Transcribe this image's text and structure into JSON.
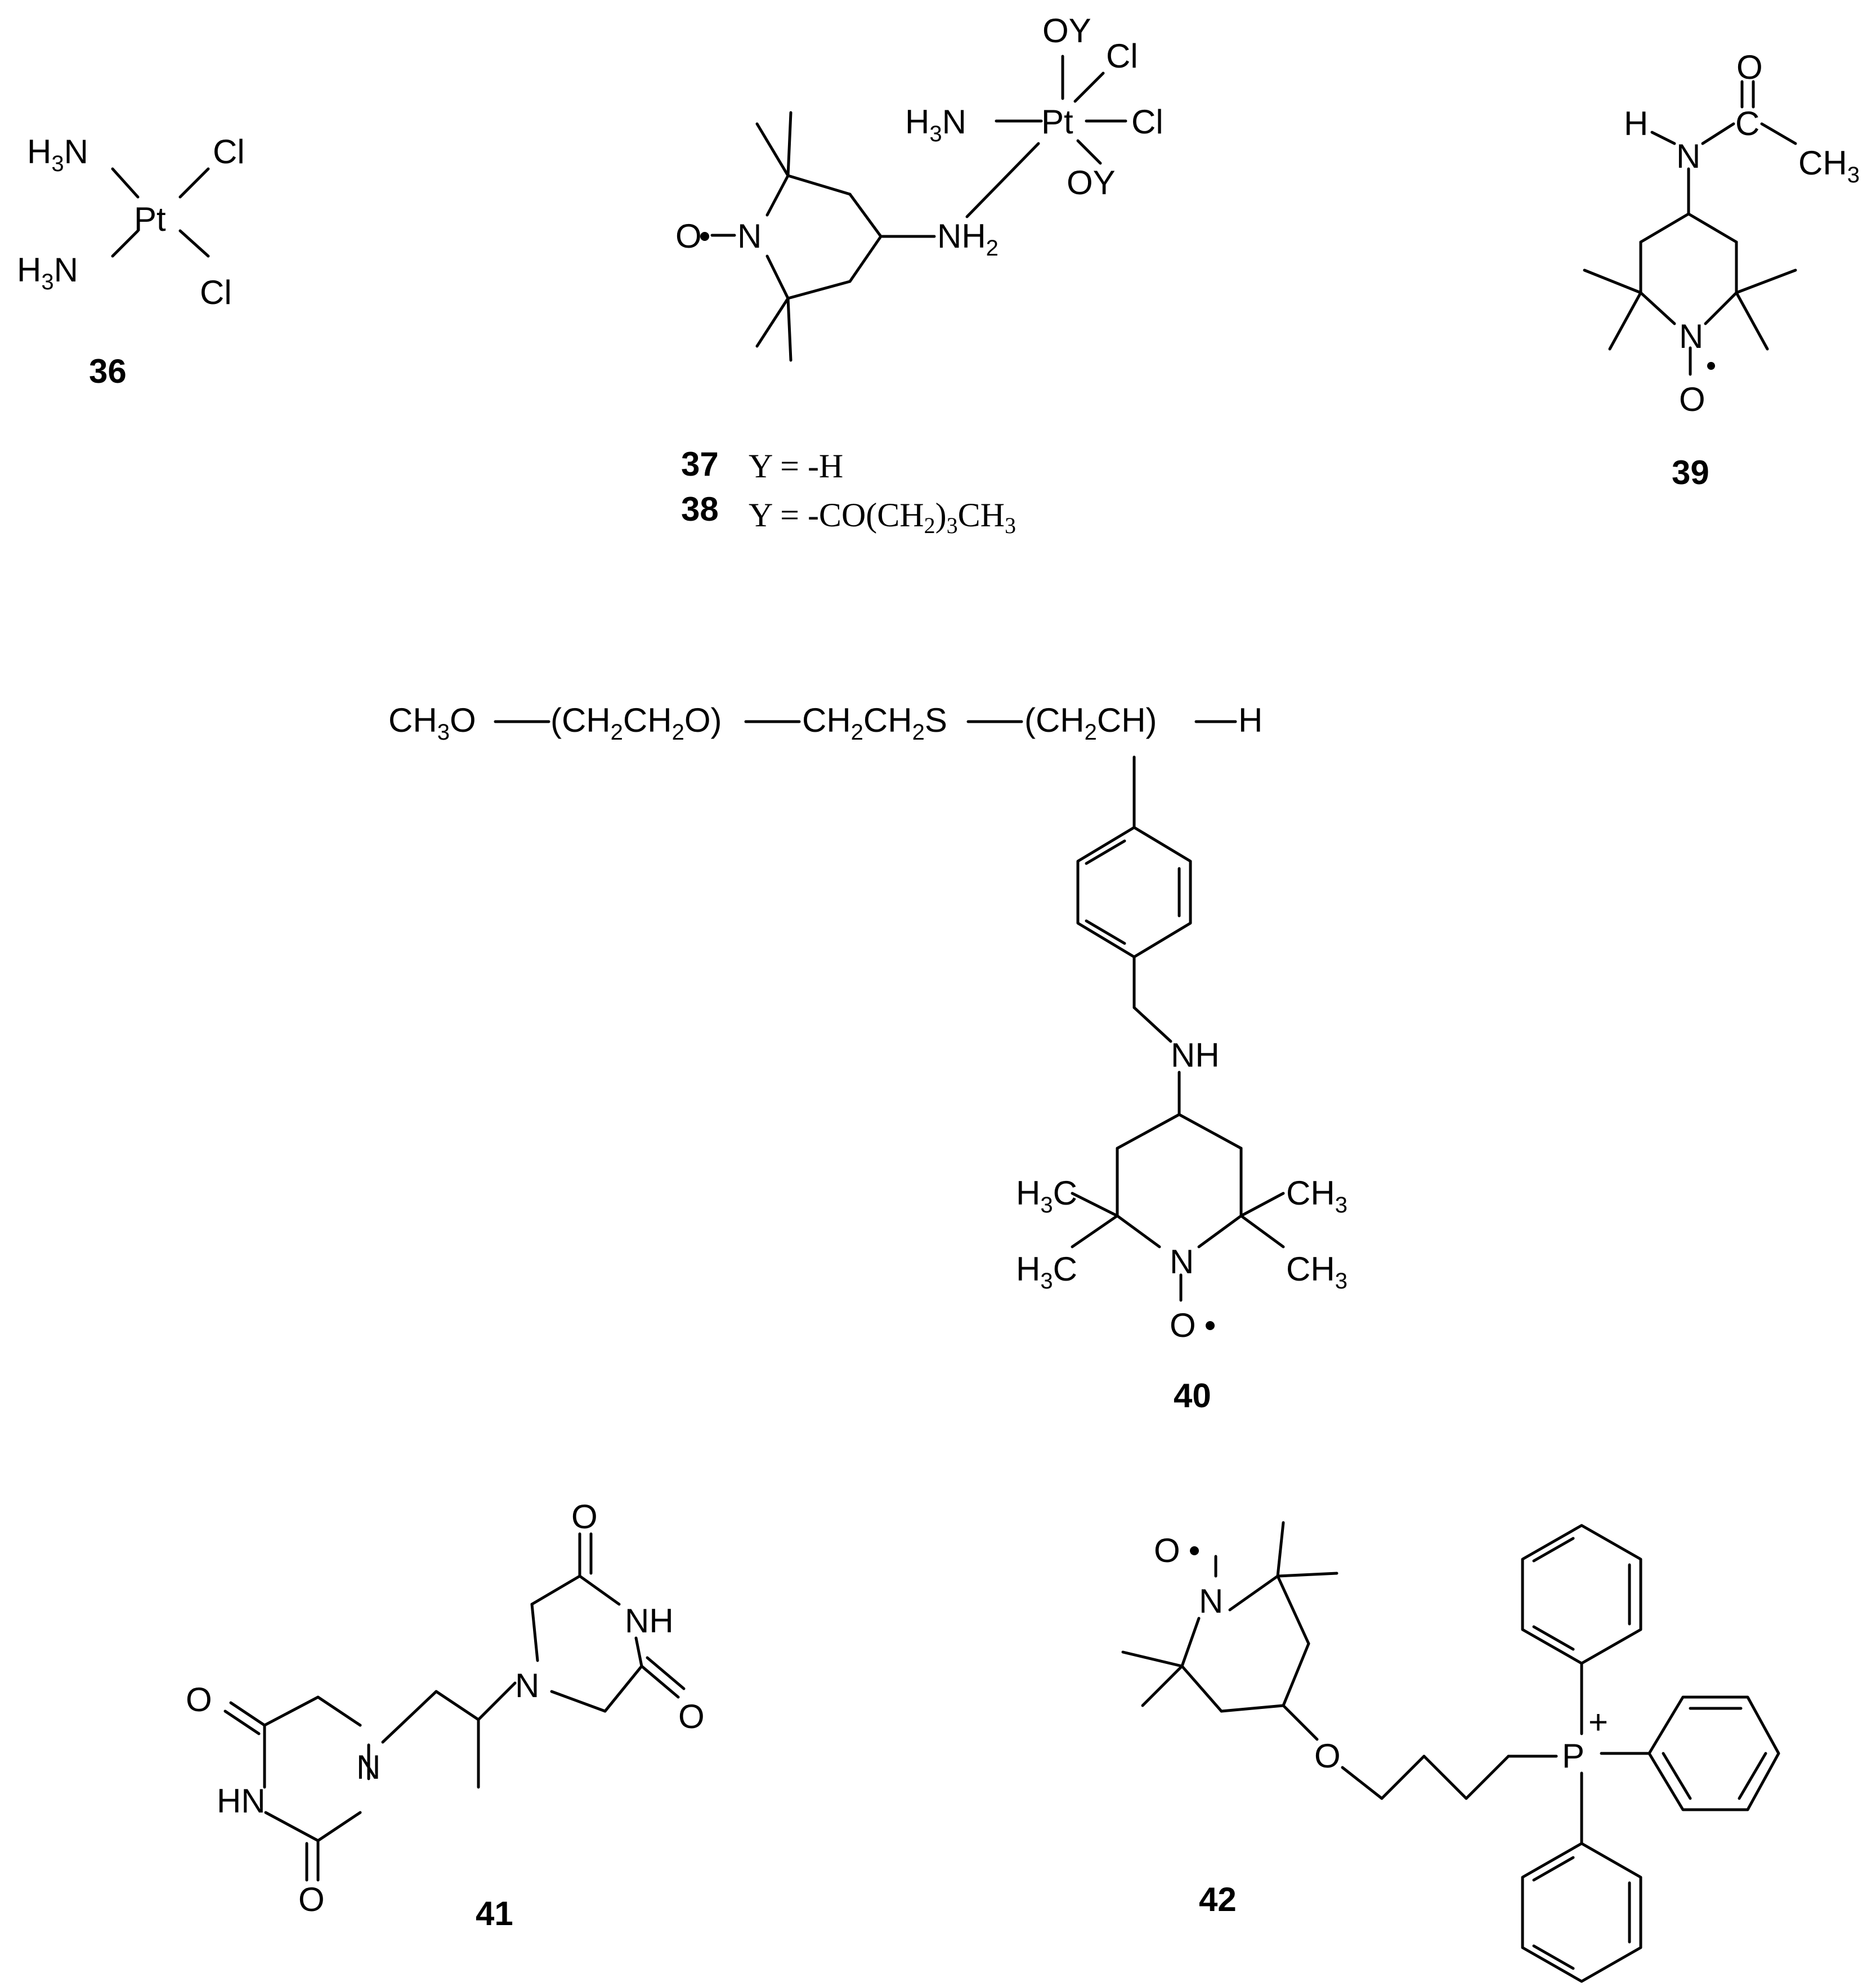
{
  "compounds": [
    {
      "label": "36"
    },
    {
      "label": "37",
      "y_def": "Y = -H"
    },
    {
      "label": "38",
      "y_def": "Y = -CO(CH2)3CH3"
    },
    {
      "label": "39"
    },
    {
      "label": "40"
    },
    {
      "label": "41"
    },
    {
      "label": "42"
    }
  ],
  "atoms": {
    "pt": "Pt",
    "cl": "Cl",
    "n": "N",
    "o": "O",
    "h": "H",
    "c": "C",
    "p": "P",
    "s": "S",
    "nh": "NH",
    "hn": "HN",
    "oy": "OY",
    "h3": "H3",
    "ch3": "CH3",
    "nh2": "NH2",
    "h3n": "H3N",
    "h3c": "H3C",
    "plus": "+"
  },
  "polymer_chain": {
    "seg_ch3o": "CH3O",
    "seg_peg": "(CH2CH2O)",
    "seg_ch2ch2s": "CH2CH2S",
    "seg_ch2ch": "(CH2CH)",
    "seg_h": "H"
  }
}
